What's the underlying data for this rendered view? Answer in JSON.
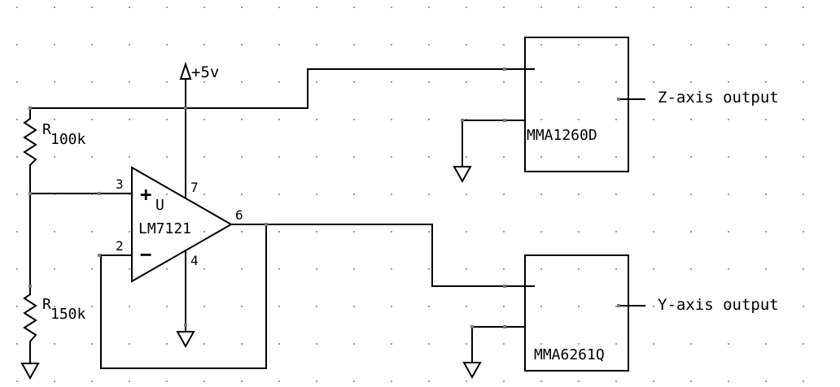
{
  "supply": {
    "label": "+5v"
  },
  "resistors": [
    {
      "symbol": "R",
      "value": "100k"
    },
    {
      "symbol": "R",
      "value": "150k"
    }
  ],
  "opamp": {
    "part": "LM7121",
    "unit_label": "U",
    "plus_sign": "+",
    "minus_sign": "−",
    "pins": {
      "noninv": "3",
      "inv": "2",
      "vplus": "7",
      "vminus": "4",
      "out": "6"
    }
  },
  "sensors": [
    {
      "part": "MMA1260D",
      "output_label": "Z-axis output"
    },
    {
      "part": "MMA6261Q",
      "output_label": "Y-axis output"
    }
  ]
}
